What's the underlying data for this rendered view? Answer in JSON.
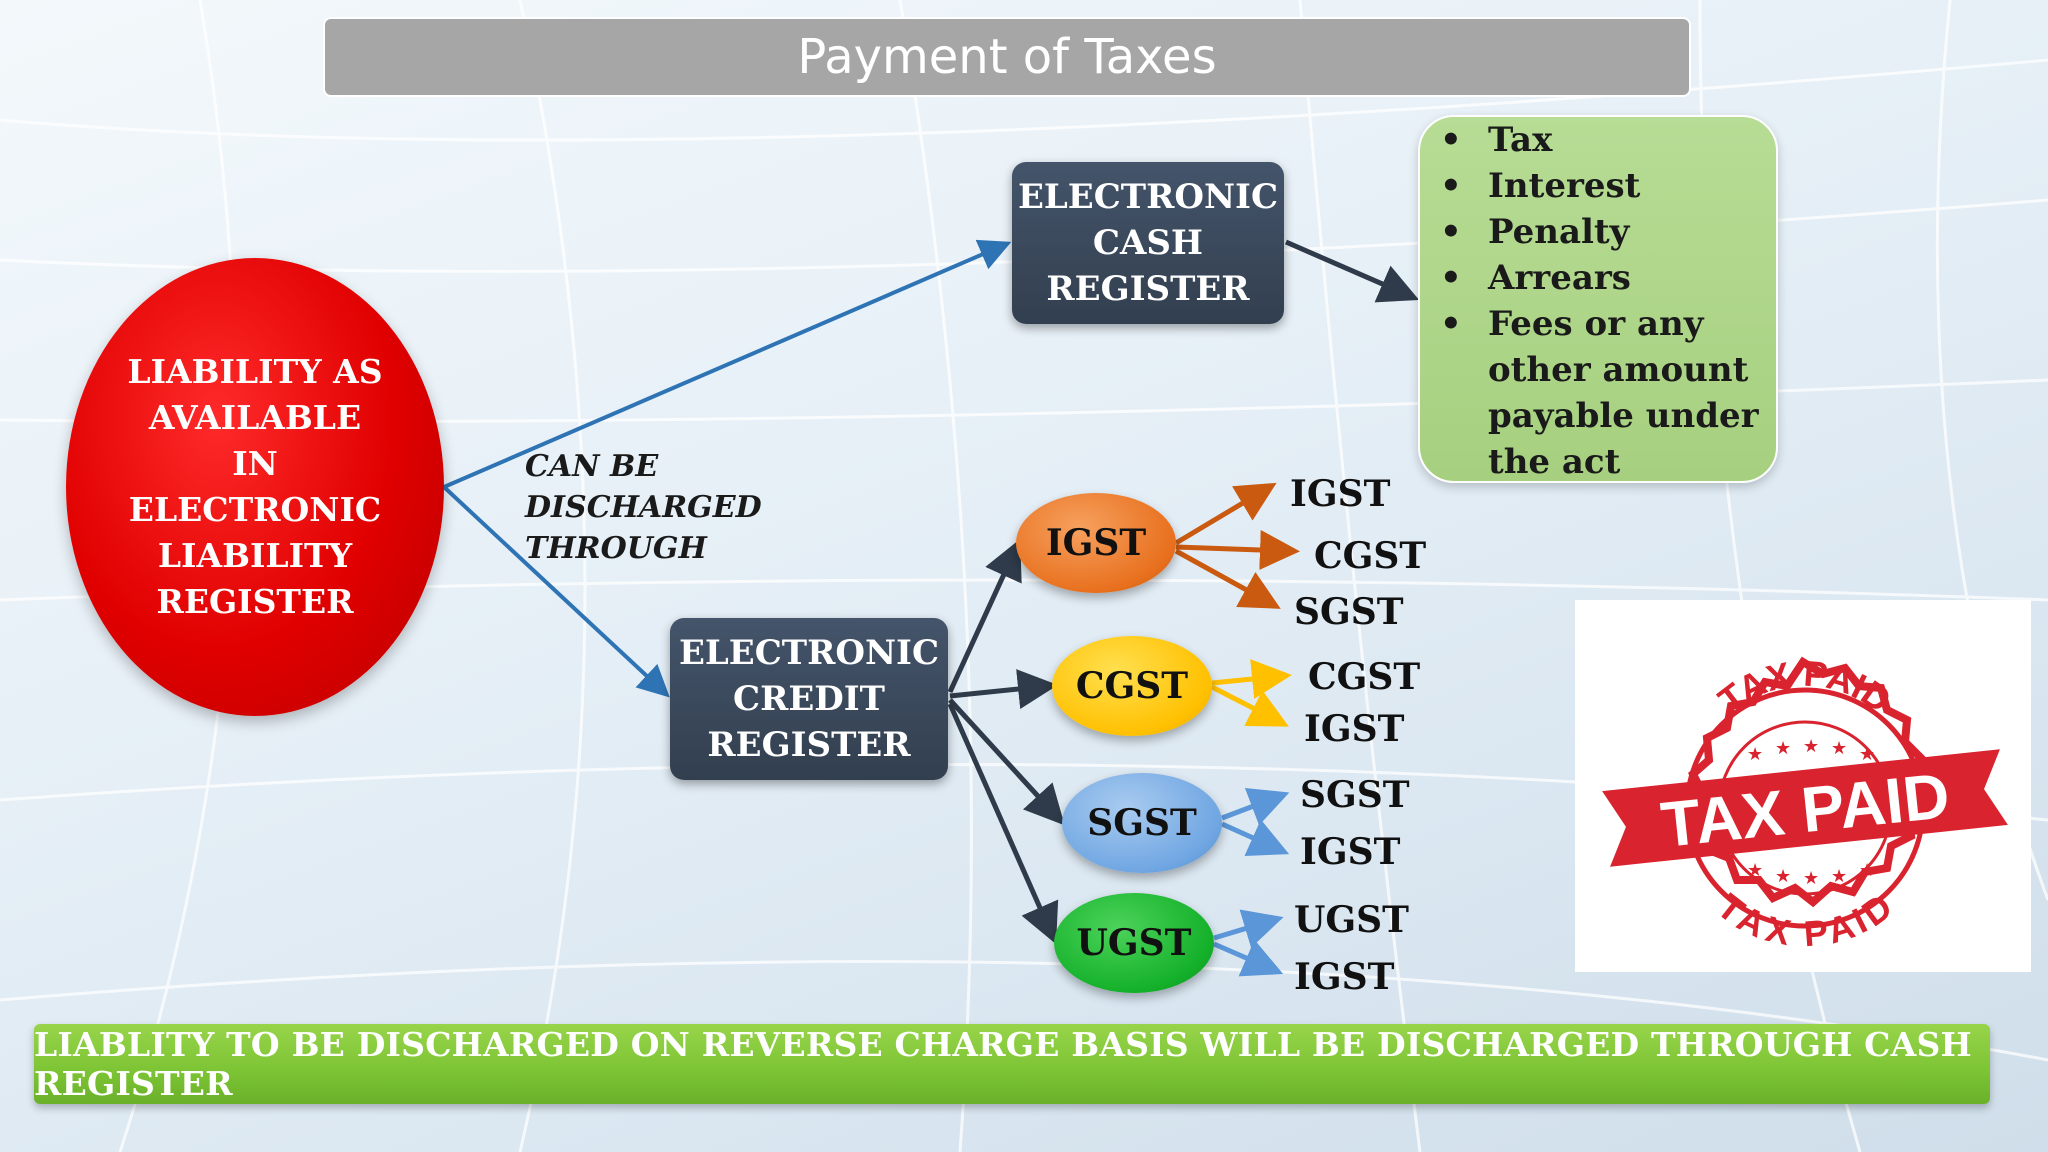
{
  "title": "Payment of Taxes",
  "liability": "LIABILITY AS\nAVAILABLE\nIN\nELECTRONIC\nLIABILITY\nREGISTER",
  "discharge_label": "CAN BE\nDISCHARGED\nTHROUGH",
  "cash_register": "ELECTRONIC\nCASH\nREGISTER",
  "credit_register": "ELECTRONIC\nCREDIT\nREGISTER",
  "cash_uses": [
    "Tax",
    "Interest",
    "Penalty",
    "Arrears",
    "Fees or any other amount payable under the act"
  ],
  "credit_heads": [
    {
      "name": "IGST",
      "color": "#e8701e",
      "targets": [
        "IGST",
        "CGST",
        "SGST"
      ]
    },
    {
      "name": "CGST",
      "color": "#ffc000",
      "targets": [
        "CGST",
        "IGST"
      ]
    },
    {
      "name": "SGST",
      "color": "#6fa6e2",
      "targets": [
        "SGST",
        "IGST"
      ]
    },
    {
      "name": "UGST",
      "color": "#14b02a",
      "targets": [
        "UGST",
        "IGST"
      ]
    }
  ],
  "stamp": {
    "text_top": "TAX PAID",
    "text_main": "TAX PAID",
    "text_bottom": "TAX PAID",
    "color": "#d9232e"
  },
  "footer": "LIABLITY TO BE DISCHARGED ON REVERSE CHARGE BASIS WILL BE DISCHARGED THROUGH CASH REGISTER",
  "colors": {
    "arrow_blue": "#2e74b5",
    "arrow_dark": "#2f3b4a",
    "title_bg": "#a6a6a6",
    "footer_bg": "#7cc434"
  }
}
